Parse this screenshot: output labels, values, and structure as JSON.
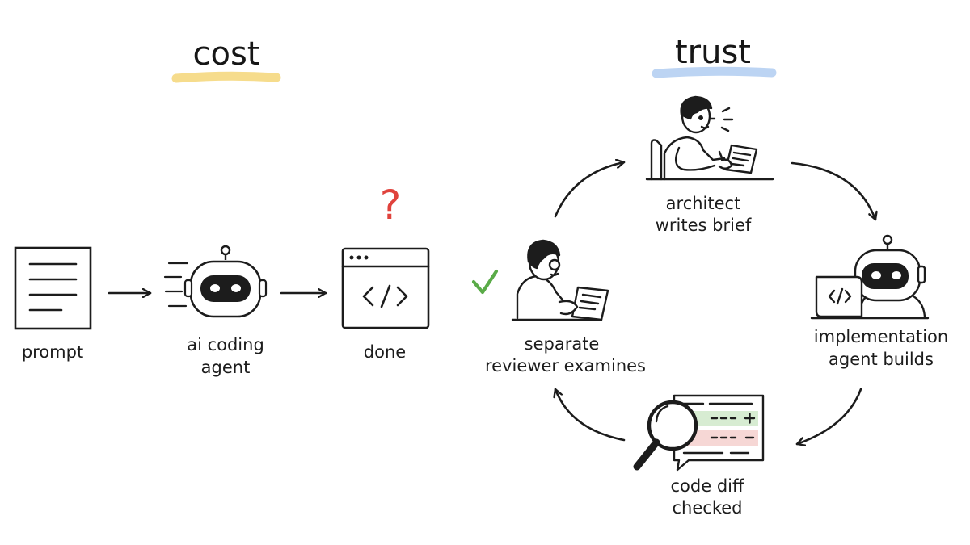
{
  "headings": {
    "cost": "cost",
    "trust": "trust"
  },
  "cost_flow": {
    "prompt_label": "prompt",
    "agent_label_1": "ai coding",
    "agent_label_2": "agent",
    "done_label": "done",
    "question_mark": "?"
  },
  "trust_cycle": {
    "architect_1": "architect",
    "architect_2": "writes brief",
    "implementation_1": "implementation",
    "implementation_2": "agent builds",
    "diff_1": "code diff",
    "diff_2": "checked",
    "reviewer_1": "separate",
    "reviewer_2": "reviewer examines"
  },
  "colors": {
    "ink": "#1c1c1c",
    "cost_underline": "#f6dc8c",
    "trust_underline": "#bcd4f3",
    "question_mark": "#e0423c",
    "checkmark": "#5aab48",
    "diff_added": "#d7ecd2",
    "diff_removed": "#f6d7d5"
  }
}
